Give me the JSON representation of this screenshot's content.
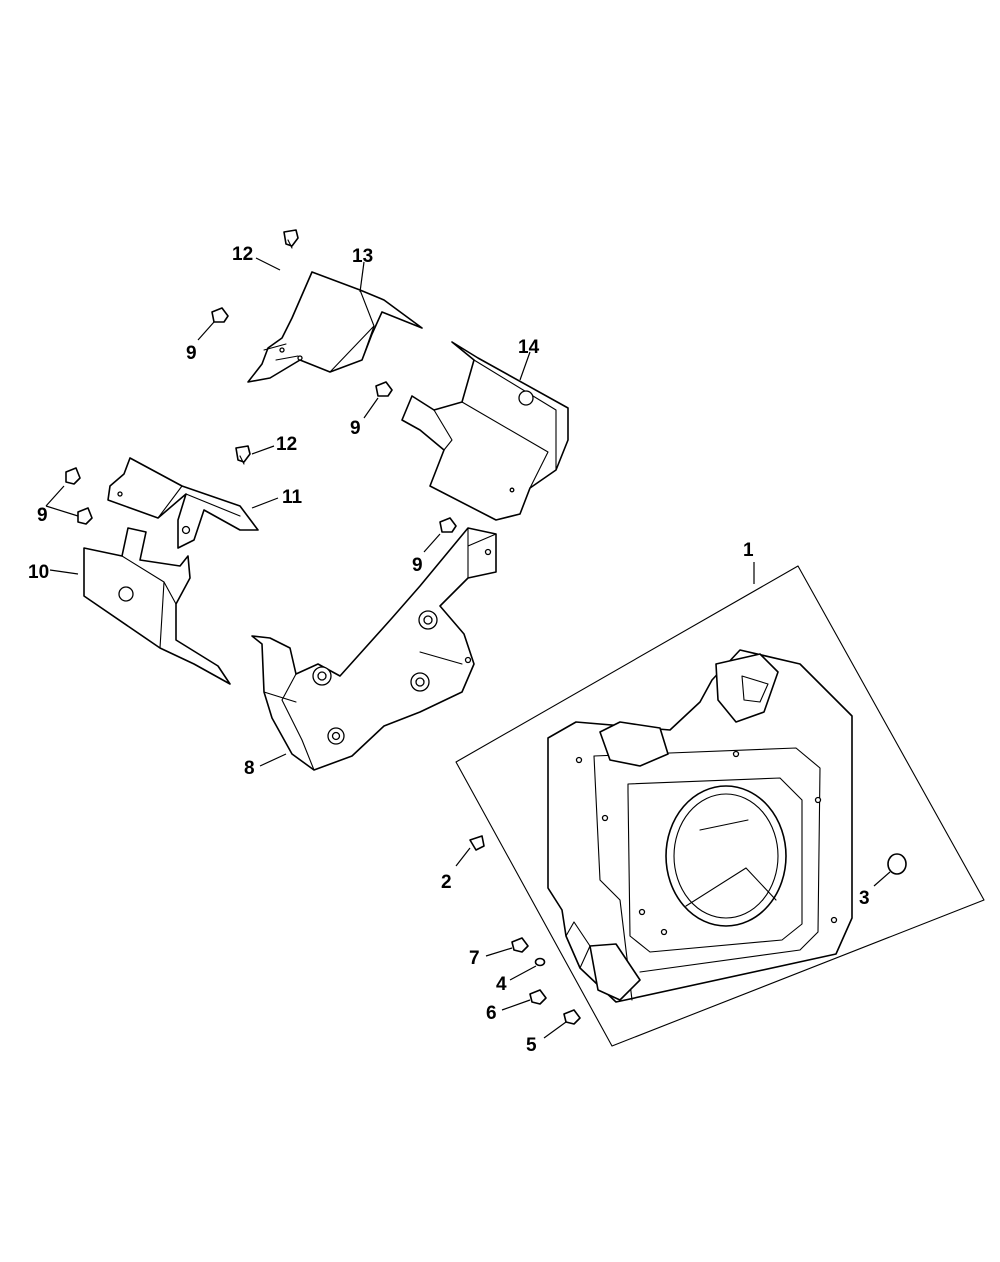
{
  "diagram": {
    "type": "exploded-parts-diagram",
    "line_color": "#000000",
    "background": "#ffffff"
  },
  "callouts": [
    {
      "id": "c1",
      "label": "1"
    },
    {
      "id": "c2",
      "label": "2"
    },
    {
      "id": "c3",
      "label": "3"
    },
    {
      "id": "c4",
      "label": "4"
    },
    {
      "id": "c5",
      "label": "5"
    },
    {
      "id": "c6",
      "label": "6"
    },
    {
      "id": "c7",
      "label": "7"
    },
    {
      "id": "c8",
      "label": "8"
    },
    {
      "id": "c9a",
      "label": "9"
    },
    {
      "id": "c9b",
      "label": "9"
    },
    {
      "id": "c9c",
      "label": "9"
    },
    {
      "id": "c9d",
      "label": "9"
    },
    {
      "id": "c10",
      "label": "10"
    },
    {
      "id": "c11",
      "label": "11"
    },
    {
      "id": "c12a",
      "label": "12"
    },
    {
      "id": "c12b",
      "label": "12"
    },
    {
      "id": "c13",
      "label": "13"
    },
    {
      "id": "c14",
      "label": "14"
    }
  ]
}
